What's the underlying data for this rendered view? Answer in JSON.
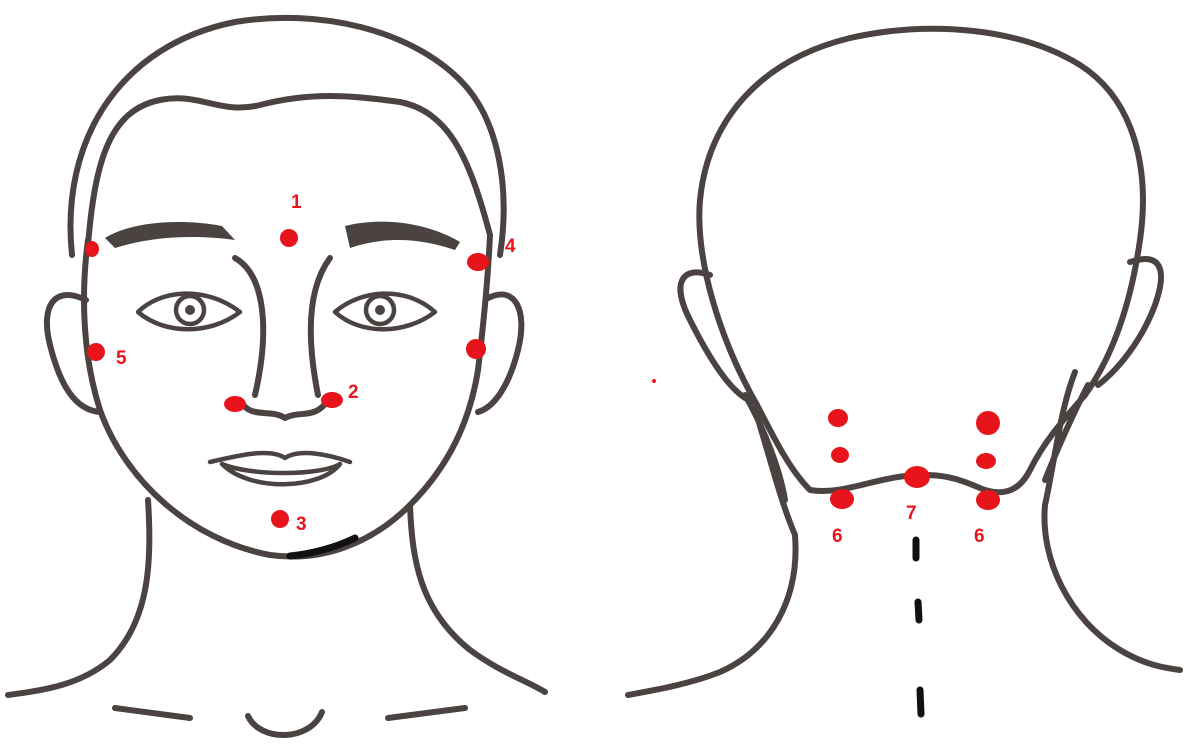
{
  "front_view": {
    "points": [
      {
        "label": "1"
      },
      {
        "label": "2"
      },
      {
        "label": "3"
      },
      {
        "label": "4"
      },
      {
        "label": "5"
      }
    ]
  },
  "back_view": {
    "points": [
      {
        "label": "6"
      },
      {
        "label": "7"
      },
      {
        "label": "6"
      }
    ]
  },
  "colors": {
    "outline": "#4a4342",
    "marker": "#e8141b"
  }
}
